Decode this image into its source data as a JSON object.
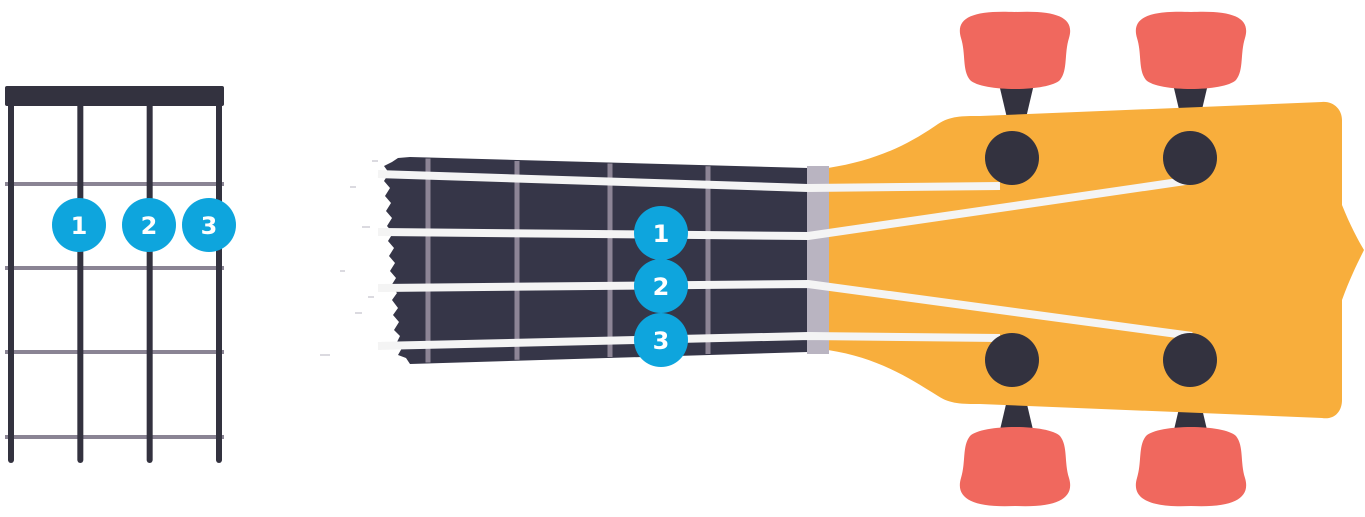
{
  "colors": {
    "background": "#ffffff",
    "fret_line": "#8a8494",
    "nut": "#33323f",
    "string_line": "#33323f",
    "fretboard": "#363648",
    "neck_fret": "#8d8596",
    "neck_string": "#f4f4f4",
    "bone_nut": "#b9b4c1",
    "headstock": "#f8ae3c",
    "tuner_peg": "#33323f",
    "tuner_button": "#f0685e",
    "finger_dot": "#0ea5dd",
    "finger_text": "#ffffff"
  },
  "chord_chart": {
    "strings": 4,
    "frets": 4,
    "fingers": [
      {
        "label": "1",
        "string": 1,
        "fret": 1
      },
      {
        "label": "2",
        "string": 2,
        "fret": 1
      },
      {
        "label": "3",
        "string": 3,
        "fret": 1
      }
    ]
  },
  "neck": {
    "fingers": [
      {
        "label": "1",
        "string": 2,
        "fret": 2
      },
      {
        "label": "2",
        "string": 3,
        "fret": 2
      },
      {
        "label": "3",
        "string": 4,
        "fret": 2
      }
    ],
    "tuners": [
      {
        "name": "tuner-top-left"
      },
      {
        "name": "tuner-top-right"
      },
      {
        "name": "tuner-bottom-left"
      },
      {
        "name": "tuner-bottom-right"
      }
    ]
  }
}
